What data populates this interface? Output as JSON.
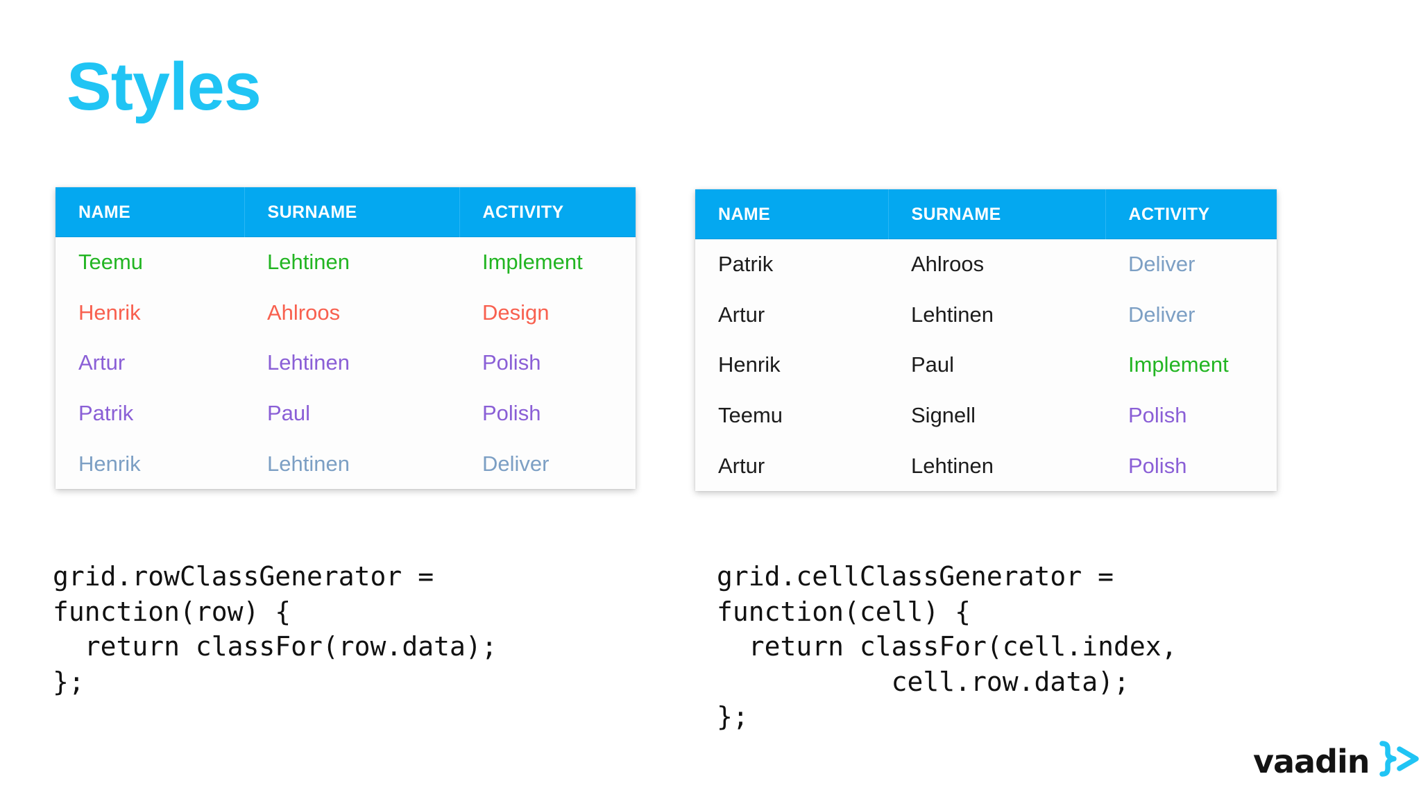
{
  "slide": {
    "title": "Styles",
    "title_color": "#20c4f4"
  },
  "colors": {
    "header_blue": "#04a8f0",
    "implement_green": "#22b522",
    "design_red": "#f8604f",
    "polish_purple": "#8a5fd6",
    "deliver_steel": "#7c9fc4",
    "plain_black": "#1c1c1c",
    "brand_blue": "#20c4f4",
    "logo_black": "#131313"
  },
  "grids": [
    {
      "id": "row-styles",
      "columns": [
        "NAME",
        "SURNAME",
        "ACTIVITY"
      ],
      "rows": [
        {
          "name": "Teemu",
          "surname": "Lehtinen",
          "activity": "Implement",
          "row_color": "#22b522",
          "name_color": "#22b522",
          "surname_color": "#22b522",
          "activity_color": "#22b522"
        },
        {
          "name": "Henrik",
          "surname": "Ahlroos",
          "activity": "Design",
          "row_color": "#f8604f",
          "name_color": "#f8604f",
          "surname_color": "#f8604f",
          "activity_color": "#f8604f"
        },
        {
          "name": "Artur",
          "surname": "Lehtinen",
          "activity": "Polish",
          "row_color": "#8a5fd6",
          "name_color": "#8a5fd6",
          "surname_color": "#8a5fd6",
          "activity_color": "#8a5fd6"
        },
        {
          "name": "Patrik",
          "surname": "Paul",
          "activity": "Polish",
          "row_color": "#8a5fd6",
          "name_color": "#8a5fd6",
          "surname_color": "#8a5fd6",
          "activity_color": "#8a5fd6"
        },
        {
          "name": "Henrik",
          "surname": "Lehtinen",
          "activity": "Deliver",
          "row_color": "#7c9fc4",
          "name_color": "#7c9fc4",
          "surname_color": "#7c9fc4",
          "activity_color": "#7c9fc4"
        }
      ]
    },
    {
      "id": "cell-styles",
      "columns": [
        "NAME",
        "SURNAME",
        "ACTIVITY"
      ],
      "rows": [
        {
          "name": "Patrik",
          "surname": "Ahlroos",
          "activity": "Deliver",
          "row_color": "",
          "name_color": "#1c1c1c",
          "surname_color": "#1c1c1c",
          "activity_color": "#7c9fc4"
        },
        {
          "name": "Artur",
          "surname": "Lehtinen",
          "activity": "Deliver",
          "row_color": "",
          "name_color": "#1c1c1c",
          "surname_color": "#1c1c1c",
          "activity_color": "#7c9fc4"
        },
        {
          "name": "Henrik",
          "surname": "Paul",
          "activity": "Implement",
          "row_color": "",
          "name_color": "#1c1c1c",
          "surname_color": "#1c1c1c",
          "activity_color": "#22b522"
        },
        {
          "name": "Teemu",
          "surname": "Signell",
          "activity": "Polish",
          "row_color": "",
          "name_color": "#1c1c1c",
          "surname_color": "#1c1c1c",
          "activity_color": "#8a5fd6"
        },
        {
          "name": "Artur",
          "surname": "Lehtinen",
          "activity": "Polish",
          "row_color": "",
          "name_color": "#1c1c1c",
          "surname_color": "#1c1c1c",
          "activity_color": "#8a5fd6"
        }
      ]
    }
  ],
  "code": {
    "row_generator": "grid.rowClassGenerator =\nfunction(row) {\n  return classFor(row.data);\n};",
    "cell_generator": "grid.cellClassGenerator =\nfunction(cell) {\n  return classFor(cell.index,\n           cell.row.data);\n};"
  },
  "logo": {
    "wordmark": "vaadin",
    "mark": "}>"
  }
}
